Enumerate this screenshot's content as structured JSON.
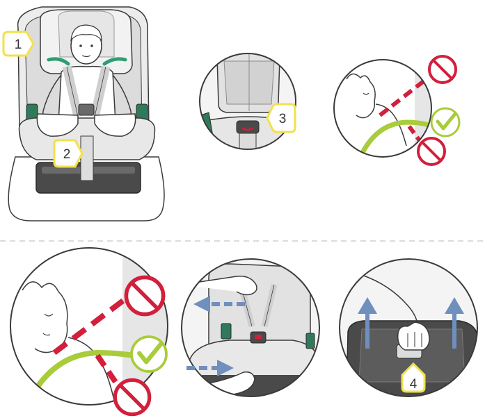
{
  "callouts": [
    {
      "id": "1",
      "text": "1"
    },
    {
      "id": "2",
      "text": "2"
    },
    {
      "id": "3",
      "text": "3"
    },
    {
      "id": "4",
      "text": "4"
    }
  ],
  "colors": {
    "line": "#3a3a3a",
    "seat_gray": "#dcdcdc",
    "seat_light": "#ececec",
    "base_dark": "#4a4a4a",
    "belt_green": "#a8cc3a",
    "wrong_red": "#d31f3c",
    "callout_yellow": "#f2e14c",
    "arrow_blue": "#6f8fbd",
    "divider": "#d0d0d0"
  },
  "icons": {
    "correct": "check-circle-icon",
    "wrong": "prohibited-icon",
    "direction": "arrow-icon"
  }
}
